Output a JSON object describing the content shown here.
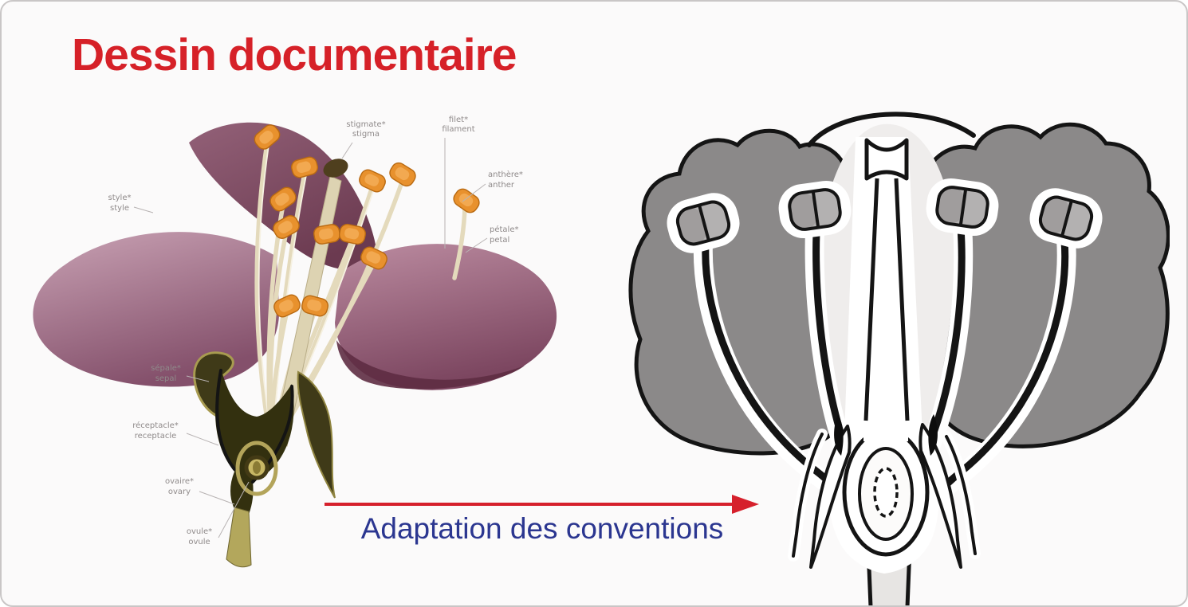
{
  "page": {
    "background": "#fbfafa",
    "border_color": "#c9c6c6"
  },
  "title": {
    "text": "Dessin documentaire",
    "color": "#d62128"
  },
  "transition": {
    "label": "Adaptation des conventions",
    "label_color": "#2b3690",
    "arrow_color": "#d6202c",
    "arrow_direction": "right"
  },
  "documentary_drawing": {
    "kind": "botanical watercolour of a flower in longitudinal section",
    "labels": [
      {
        "fr": "stigmate*",
        "en": "stigma"
      },
      {
        "fr": "filet*",
        "en": "filament"
      },
      {
        "fr": "anthère*",
        "en": "anther"
      },
      {
        "fr": "pétale*",
        "en": "petal"
      },
      {
        "fr": "style*",
        "en": "style"
      },
      {
        "fr": "sépale*",
        "en": "sepal"
      },
      {
        "fr": "réceptacle*",
        "en": "receptacle"
      },
      {
        "fr": "ovaire*",
        "en": "ovary"
      },
      {
        "fr": "ovule*",
        "en": "ovule"
      }
    ],
    "palette": {
      "petal_left": "#a27087",
      "petal_upper": "#7c4a60",
      "petal_right": "#99637c",
      "petal_dark_edge": "#5e2c42",
      "filament": "#e4dabc",
      "anther": "#e8912d",
      "anther_hi": "#f2a951",
      "stigma": "#4f3f1e",
      "style_column": "#ddd3b2",
      "sepal": "#3f3a18",
      "sepal_rim": "#a89b50",
      "receptacle": "#33300f",
      "ovule": "#c8b765",
      "stem": "#b3a75c"
    }
  },
  "schematic_drawing": {
    "kind": "conventional schematic of the same flower section",
    "palette": {
      "petal_gray": "#8b8989",
      "anther_gray": "#b3b1b1",
      "anther_gray_dark": "#a09d9d",
      "central_petal": "#efedec",
      "stem_gray": "#e7e5e3",
      "outline": "#141414",
      "white": "#ffffff"
    }
  }
}
